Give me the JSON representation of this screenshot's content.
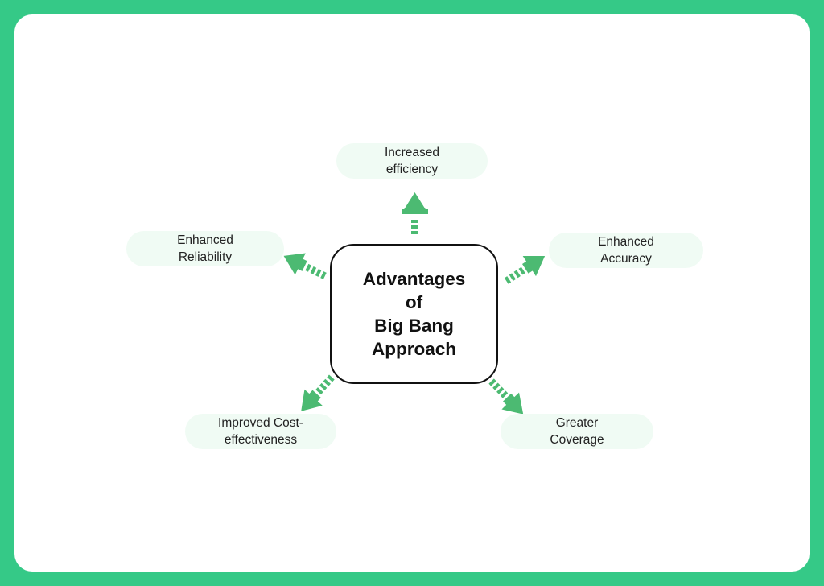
{
  "colors": {
    "frame": "#35c987",
    "arrow": "#4cba72",
    "pill_bg": "#f0fbf4",
    "center_border": "#111111"
  },
  "center": {
    "lines": [
      "Advantages",
      "of",
      "Big Bang",
      "Approach"
    ]
  },
  "advantages": [
    {
      "lines": [
        "Increased",
        "efficiency"
      ],
      "direction": "up"
    },
    {
      "lines": [
        "Enhanced",
        "Reliability"
      ],
      "direction": "up-left"
    },
    {
      "lines": [
        "Enhanced",
        "Accuracy"
      ],
      "direction": "up-right"
    },
    {
      "lines": [
        "Improved Cost-",
        "effectiveness"
      ],
      "direction": "down-left"
    },
    {
      "lines": [
        "Greater",
        "Coverage"
      ],
      "direction": "down-right"
    }
  ]
}
